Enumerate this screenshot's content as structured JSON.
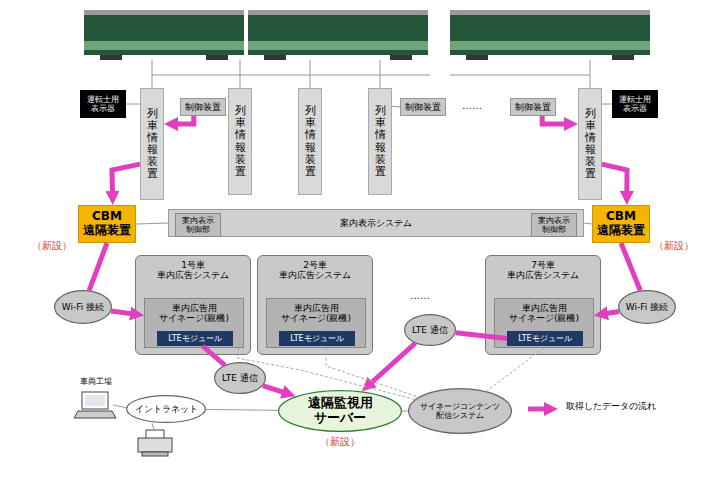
{
  "diagram": {
    "nodes": [
      {
        "text": [
          "運転士用表示器"
        ]
      },
      {
        "text": [
          "列車情報装置"
        ]
      },
      {
        "text": [
          "制御装置"
        ]
      },
      {
        "text": [
          "列車情報装置"
        ]
      },
      {
        "text": [
          "列車情報装置"
        ]
      },
      {
        "text": [
          "列車情報装置"
        ]
      },
      {
        "text": [
          "制御装置"
        ]
      },
      {
        "text": [
          "制御装置"
        ]
      },
      {
        "text": [
          "列車情報装置"
        ]
      },
      {
        "text": [
          "運転士用表示器"
        ]
      },
      {
        "text": [
          "CBM 遠隔装置"
        ]
      },
      {
        "text": [
          "案内表示システム"
        ]
      },
      {
        "text": [
          "案内表示 制御部"
        ],
        "in": 11
      },
      {
        "text": [
          "案内表示 制御部"
        ],
        "in": 11
      },
      {
        "text": [
          "CBM 遠隔装置"
        ]
      },
      {
        "text": [
          "1号車 車内広告システム"
        ]
      },
      {
        "text": [
          "車内広告用 サイネージ(親機)"
        ],
        "in": 15
      },
      {
        "text": [
          "LTEモジュール"
        ],
        "in": 16
      },
      {
        "text": [
          "2号車 車内広告システム"
        ]
      },
      {
        "text": [
          "車内広告用 サイネージ(親機)"
        ],
        "in": 18
      },
      {
        "text": [
          "LTEモジュール"
        ],
        "in": 19
      },
      {
        "text": [
          "7号車 車内広告システム"
        ]
      },
      {
        "text": [
          "車内広告用 サイネージ(親機)"
        ],
        "in": 21
      },
      {
        "text": [
          "LTEモジュール"
        ],
        "in": 22
      },
      {
        "text": [
          "Wi-Fi 接続"
        ]
      },
      {
        "text": [
          "Wi-Fi 接続"
        ]
      },
      {
        "text": [
          "LTE 通信"
        ]
      },
      {
        "text": [
          "LTE 通信"
        ]
      },
      {
        "text": [
          "イントラネット"
        ]
      },
      {
        "text": [
          "遠隔監視用 サーバー"
        ]
      },
      {
        "text": [
          "サイネージコンテンツ 配信システム"
        ]
      }
    ],
    "edges": [
      {
        "from": 2,
        "to": 1,
        "arrow": "to"
      },
      {
        "from": 7,
        "to": 8,
        "arrow": "to"
      },
      {
        "from": 1,
        "to": 10,
        "arrow": "to"
      },
      {
        "from": 8,
        "to": 14,
        "arrow": "to"
      },
      {
        "from": 10,
        "to": 24,
        "arrow": "none"
      },
      {
        "from": 24,
        "to": 16,
        "arrow": "to"
      },
      {
        "from": 14,
        "to": 25,
        "arrow": "none"
      },
      {
        "from": 25,
        "to": 22,
        "arrow": "to"
      },
      {
        "from": 17,
        "to": 26,
        "arrow": "none"
      },
      {
        "from": 26,
        "to": 29,
        "arrow": "to"
      },
      {
        "from": 23,
        "to": 27,
        "arrow": "none"
      },
      {
        "from": 27,
        "to": 29,
        "arrow": "to"
      },
      {
        "from": 0,
        "to": 1,
        "arrow": "none"
      },
      {
        "from": 9,
        "to": 8,
        "arrow": "none"
      },
      {
        "from": 6,
        "to": 5,
        "arrow": "none"
      },
      {
        "from": 10,
        "to": 11,
        "arrow": "none"
      },
      {
        "from": 14,
        "to": 11,
        "arrow": "none"
      },
      {
        "from": 16,
        "to": 30,
        "arrow": "none"
      },
      {
        "from": 19,
        "to": 30,
        "arrow": "none"
      },
      {
        "from": 22,
        "to": 30,
        "arrow": "none"
      },
      {
        "from": 29,
        "to": 30,
        "arrow": "none"
      },
      {
        "from": 28,
        "to": 29,
        "arrow": "none"
      }
    ],
    "labels": [
      "（新設）",
      "（新設）",
      "（新設）",
      "……",
      "……",
      "車両工場"
    ],
    "legend": [
      {
        "text": "取得したデータの流れ"
      }
    ]
  }
}
